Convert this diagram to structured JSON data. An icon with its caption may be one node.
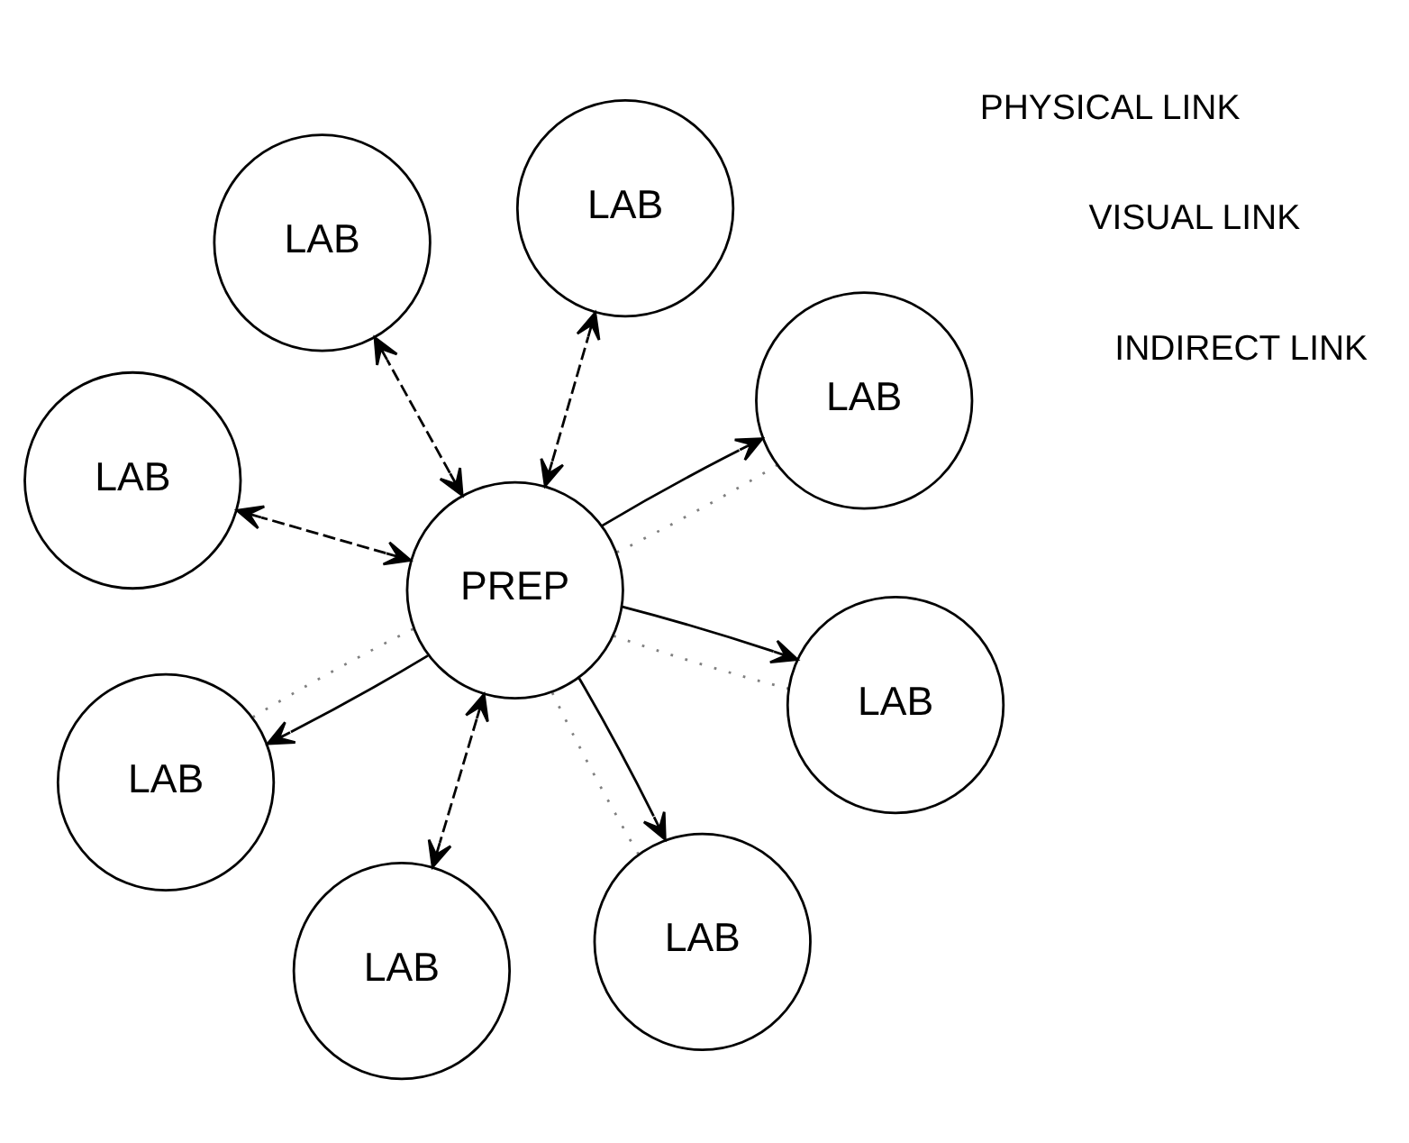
{
  "diagram": {
    "nodes": [
      {
        "text": [
          "LAB"
        ]
      },
      {
        "text": [
          "LAB"
        ]
      },
      {
        "text": [
          "LAB"
        ]
      },
      {
        "text": [
          "LAB"
        ]
      },
      {
        "text": [
          "PREP"
        ]
      },
      {
        "text": [
          "LAB"
        ]
      },
      {
        "text": [
          "LAB"
        ]
      },
      {
        "text": [
          "LAB"
        ]
      },
      {
        "text": [
          "LAB"
        ]
      }
    ],
    "edges": [
      {
        "from": 4,
        "to": 0,
        "arrow": "both",
        "style": "dashed"
      },
      {
        "from": 4,
        "to": 1,
        "arrow": "to"
      },
      {
        "from": 4,
        "to": 1,
        "arrow": "none",
        "style": "dashed",
        "color": "#808080"
      },
      {
        "from": 4,
        "to": 2,
        "arrow": "to"
      },
      {
        "from": 4,
        "to": 2,
        "arrow": "none",
        "style": "dashed",
        "color": "#808080"
      },
      {
        "from": 4,
        "to": 3,
        "arrow": "both",
        "style": "dashed"
      },
      {
        "from": 4,
        "to": 5,
        "arrow": "both",
        "style": "dashed"
      },
      {
        "from": 4,
        "to": 6,
        "arrow": "to"
      },
      {
        "from": 4,
        "to": 6,
        "arrow": "none",
        "style": "dashed",
        "color": "#808080"
      },
      {
        "from": 4,
        "to": 7,
        "arrow": "to"
      },
      {
        "from": 4,
        "to": 7,
        "arrow": "none",
        "style": "dashed",
        "color": "#808080"
      },
      {
        "from": 4,
        "to": 8,
        "arrow": "both",
        "style": "dashed"
      }
    ],
    "legend": [
      {
        "text": "PHYSICAL LINK"
      },
      {
        "text": "VISUAL LINK"
      },
      {
        "text": "INDIRECT LINK"
      }
    ]
  }
}
